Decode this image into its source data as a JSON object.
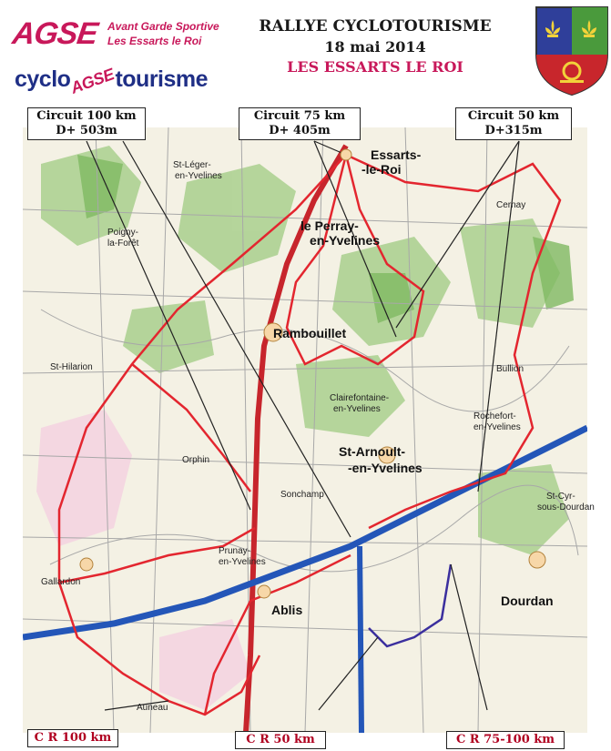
{
  "header": {
    "logo_text": "AGSE",
    "logo_subtitle_line1": "Avant Garde Sportive",
    "logo_subtitle_line2": "Les Essarts le Roi",
    "logo_word_start": "cyclo",
    "logo_word_mid": "AGSE",
    "logo_word_end": "tourisme",
    "title": "RALLYE CYCLOTOURISME",
    "date": "18 mai 2014",
    "location": "LES ESSARTS LE ROI"
  },
  "circuits": [
    {
      "name": "Circuit 100 km",
      "elevation": "D+ 503m"
    },
    {
      "name": "Circuit 75 km",
      "elevation": "D+ 405m"
    },
    {
      "name": "Circuit 50 km",
      "elevation": "D+315m"
    }
  ],
  "route_labels": [
    {
      "text": "C R 100 km"
    },
    {
      "text": "C R 50 km"
    },
    {
      "text": "C R 75-100 km"
    }
  ],
  "places": [
    {
      "text": "Essarts-"
    },
    {
      "text": "-le-Roi"
    },
    {
      "text": "le Perray-"
    },
    {
      "text": "en-Yvelines"
    },
    {
      "text": "St-Léger-"
    },
    {
      "text": "en-Yvelines"
    },
    {
      "text": "Rambouillet"
    },
    {
      "text": "Clairefontaine-"
    },
    {
      "text": "en-Yvelines"
    },
    {
      "text": "St-Arnoult-"
    },
    {
      "text": "-en-Yvelines"
    },
    {
      "text": "Rochefort-"
    },
    {
      "text": "en-Yvelines"
    },
    {
      "text": "Bullion"
    },
    {
      "text": "Sonchamp"
    },
    {
      "text": "Orphin"
    },
    {
      "text": "Prunay-"
    },
    {
      "text": "en-Yvelines"
    },
    {
      "text": "Ablis"
    },
    {
      "text": "Dourdan"
    },
    {
      "text": "Gallardon"
    },
    {
      "text": "St-Hilarion"
    },
    {
      "text": "Auneau"
    },
    {
      "text": "Poigny-"
    },
    {
      "text": "la-Forêt"
    },
    {
      "text": "Cernay"
    },
    {
      "text": "St-Cyr-"
    },
    {
      "text": "sous-Dourdan"
    }
  ],
  "colors": {
    "brand": "#c8185a",
    "brand_blue": "#1f2f86",
    "route_red": "#e3262f",
    "forest": "#5aa33a",
    "motorway": "#2456b8"
  }
}
